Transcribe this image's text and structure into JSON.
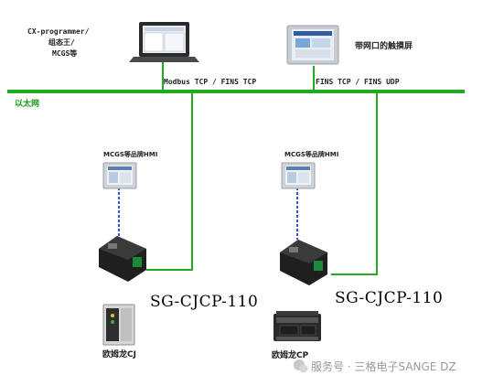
{
  "software": {
    "line1": "CX-programmer/",
    "line2": "组态王/",
    "line3": "MCGS等"
  },
  "touchscreen_label": "带网口的触摸屏",
  "ethernet_label": "以太网",
  "protocol_left": "Modbus TCP / FINS TCP",
  "protocol_right": "FINS TCP / FINS UDP",
  "hmi_left_label": "MCGS等品牌HMI",
  "hmi_right_label": "MCGS等品牌HMI",
  "model_left": "SG-CJCP-110",
  "model_right": "SG-CJCP-110",
  "plc_left_label": "欧姆龙CJ",
  "plc_right_label": "欧姆龙CP",
  "watermark": "服务号 · 三格电子SANGE DZ",
  "colors": {
    "network": "#22aa22",
    "cable_blue": "#3355cc"
  }
}
